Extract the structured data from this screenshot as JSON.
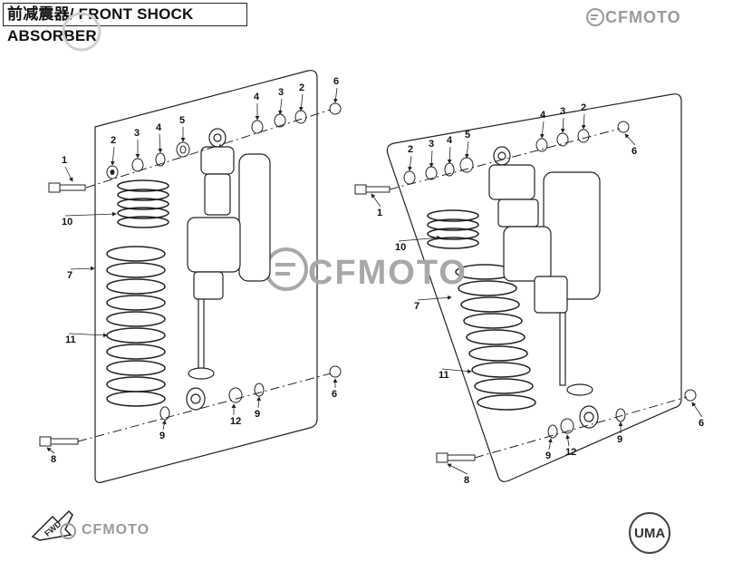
{
  "header": {
    "title": "前减震器/ FRONT SHOCK ABSORBER"
  },
  "brand": {
    "name": "CFMOTO",
    "badge": "UMA",
    "fwd": "FWD"
  },
  "colors": {
    "line": "#222222",
    "watermark": "#a8a8a8"
  },
  "callouts_left": [
    "1",
    "2",
    "3",
    "4",
    "5",
    "4",
    "3",
    "2",
    "6",
    "10",
    "7",
    "11",
    "9",
    "12",
    "9",
    "6",
    "8"
  ],
  "callouts_right": [
    "2",
    "3",
    "4",
    "5",
    "4",
    "3",
    "2",
    "6",
    "1",
    "10",
    "7",
    "11",
    "9",
    "12",
    "9",
    "6",
    "8"
  ]
}
